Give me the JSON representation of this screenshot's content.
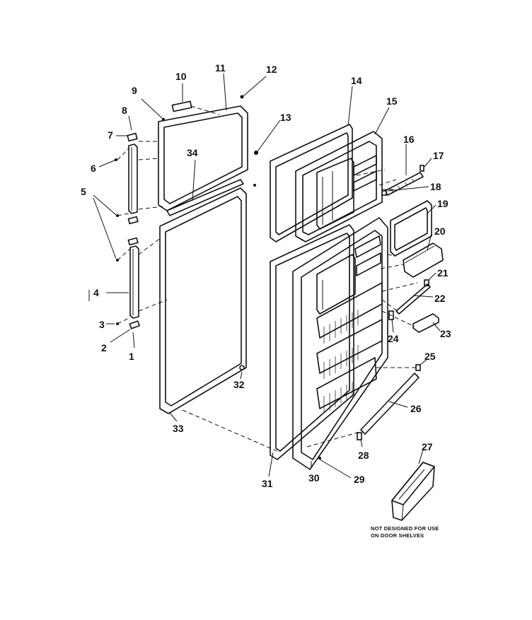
{
  "callouts": [
    {
      "id": "1",
      "label": "1"
    },
    {
      "id": "2",
      "label": "2"
    },
    {
      "id": "3",
      "label": "3"
    },
    {
      "id": "4",
      "label": "4"
    },
    {
      "id": "5",
      "label": "5"
    },
    {
      "id": "6",
      "label": "6"
    },
    {
      "id": "7",
      "label": "7"
    },
    {
      "id": "8",
      "label": "8"
    },
    {
      "id": "9",
      "label": "9"
    },
    {
      "id": "10",
      "label": "10"
    },
    {
      "id": "11",
      "label": "11"
    },
    {
      "id": "12",
      "label": "12"
    },
    {
      "id": "13",
      "label": "13"
    },
    {
      "id": "14",
      "label": "14"
    },
    {
      "id": "15",
      "label": "15"
    },
    {
      "id": "16",
      "label": "16"
    },
    {
      "id": "17",
      "label": "17"
    },
    {
      "id": "18",
      "label": "18"
    },
    {
      "id": "19",
      "label": "19"
    },
    {
      "id": "20",
      "label": "20"
    },
    {
      "id": "21",
      "label": "21"
    },
    {
      "id": "22",
      "label": "22"
    },
    {
      "id": "23",
      "label": "23"
    },
    {
      "id": "24",
      "label": "24"
    },
    {
      "id": "25",
      "label": "25"
    },
    {
      "id": "26",
      "label": "26"
    },
    {
      "id": "27",
      "label": "27"
    },
    {
      "id": "28",
      "label": "28"
    },
    {
      "id": "29",
      "label": "29"
    },
    {
      "id": "30",
      "label": "30"
    },
    {
      "id": "31",
      "label": "31"
    },
    {
      "id": "32",
      "label": "32"
    },
    {
      "id": "33",
      "label": "33"
    },
    {
      "id": "34",
      "label": "34"
    }
  ],
  "note": {
    "line1": "NOT DESIGNED FOR USE",
    "line2": "ON DOOR SHELVES"
  }
}
